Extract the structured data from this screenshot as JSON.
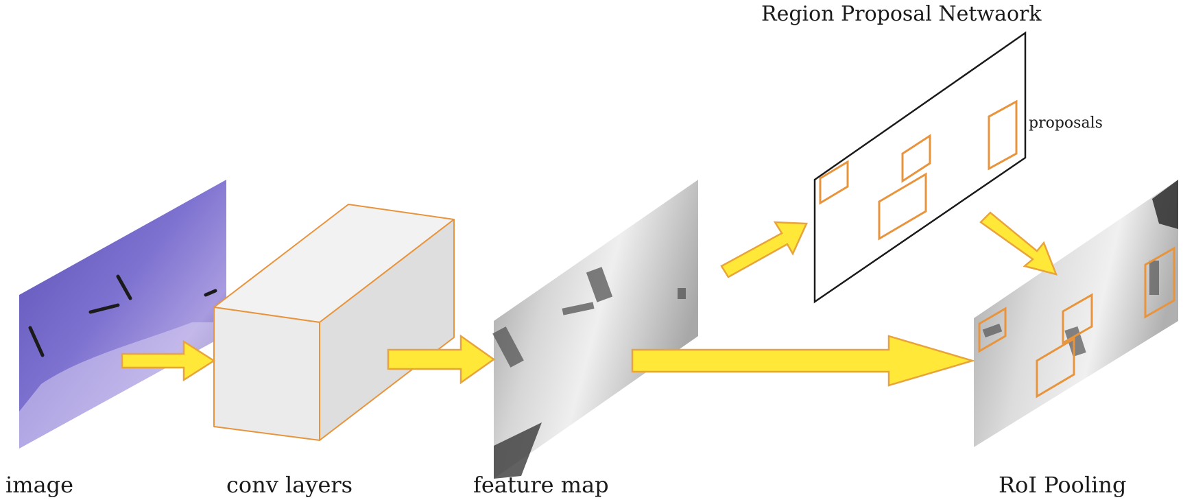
{
  "labels": {
    "image": "image",
    "conv_layers": "conv layers",
    "feature_map": "feature map",
    "rpn_title": "Region Proposal Netwaork",
    "proposals": "proposals",
    "roi_pooling": "RoI Pooling"
  },
  "colors": {
    "arrow_fill": "#FFE838",
    "arrow_stroke": "#E8A33A",
    "box_stroke": "#E8943C",
    "cube_face": "#EBEBEB",
    "rpn_stroke": "#1A1A1A",
    "image_purple": "#6C5FC0",
    "feature_gray": "#B8B8B8"
  }
}
